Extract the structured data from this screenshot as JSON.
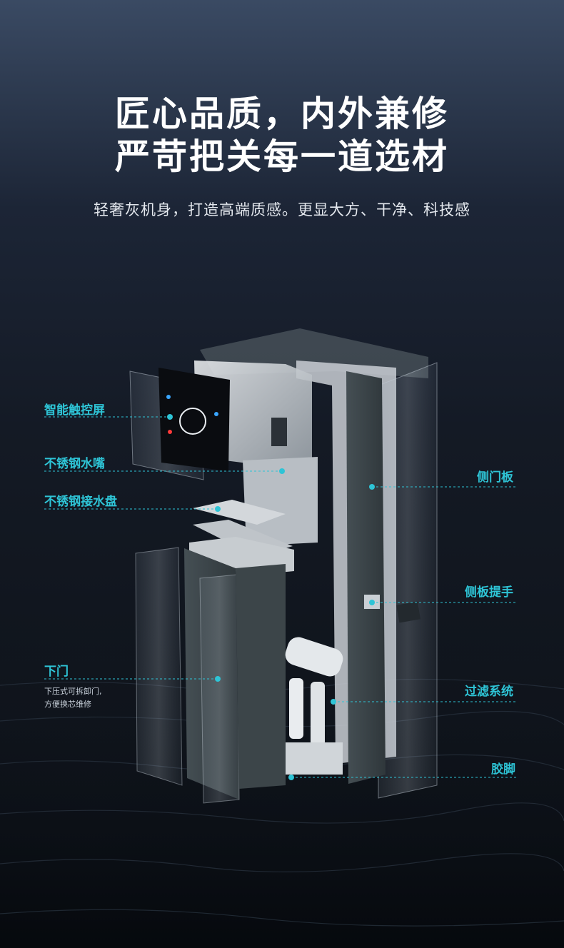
{
  "headline": {
    "line1": "匠心品质，内外兼修",
    "line2": "严苛把关每一道选材"
  },
  "subheadline": "轻奢灰机身，打造高端质感。更显大方、干净、科技感",
  "callouts": {
    "touch_screen": "智能触控屏",
    "faucet": "不锈钢水嘴",
    "drip_tray": "不锈钢接水盘",
    "lower_door": "下门",
    "lower_door_note_1": "下压式可拆卸门,",
    "lower_door_note_2": "方便换芯维修",
    "side_door": "侧门板",
    "side_handle": "侧板提手",
    "filter_system": "过滤系统",
    "foot": "胶脚"
  },
  "colors": {
    "accent": "#2ec4d6",
    "panel": "#3a4347"
  }
}
